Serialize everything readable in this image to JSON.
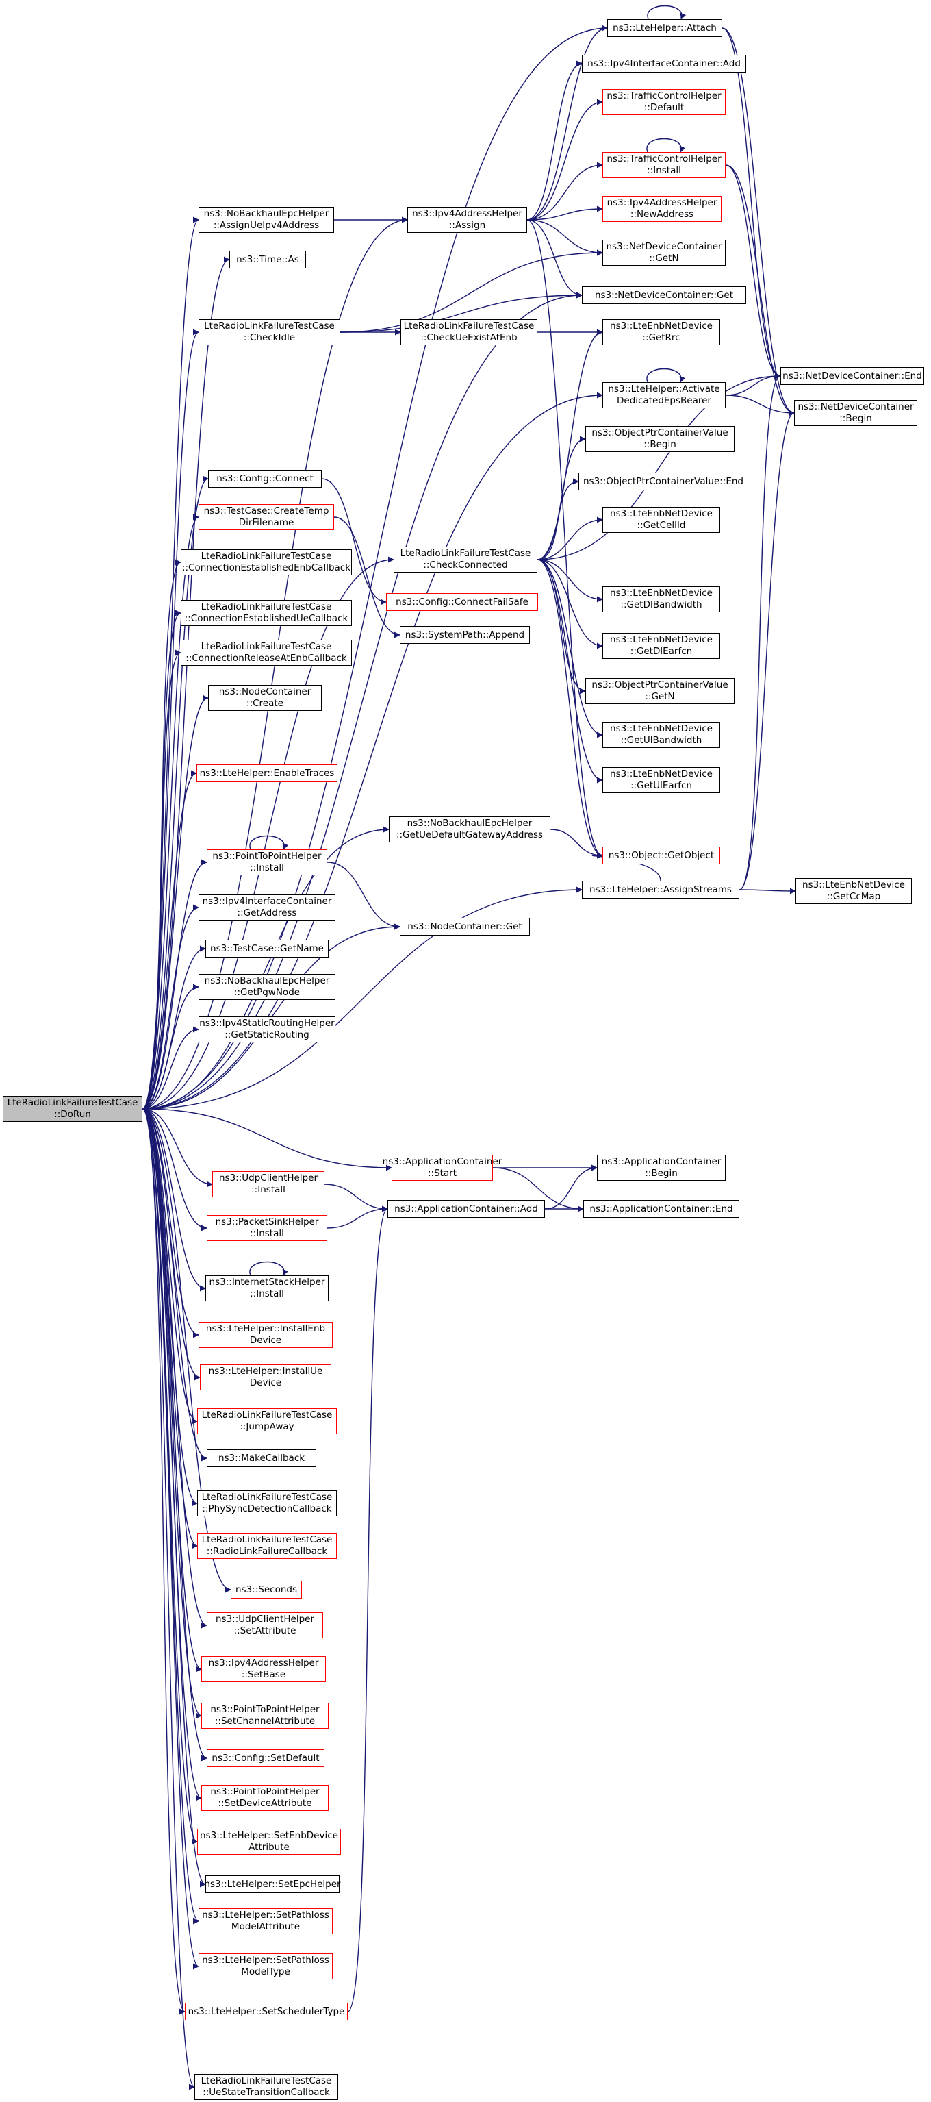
{
  "colors": {
    "edge": "#191970",
    "node_border": "#000000",
    "truncated_border": "#ff0000",
    "root_fill": "#bfbfbf"
  },
  "nodes": {
    "root": {
      "lines": [
        "LteRadioLinkFailureTestCase",
        "::DoRun"
      ],
      "style": "root"
    },
    "attach": {
      "lines": [
        "ns3::LteHelper::Attach"
      ],
      "style": "black"
    },
    "ipv4ic_add": {
      "lines": [
        "ns3::Ipv4InterfaceContainer::Add"
      ],
      "style": "black"
    },
    "tch_def": {
      "lines": [
        "ns3::TrafficControlHelper",
        "::Default"
      ],
      "style": "red"
    },
    "tch_inst": {
      "lines": [
        "ns3::TrafficControlHelper",
        "::Install"
      ],
      "style": "red"
    },
    "nbeh_assign": {
      "lines": [
        "ns3::NoBackhaulEpcHelper",
        "::AssignUeIpv4Address"
      ],
      "style": "black"
    },
    "ipv4ah_assign": {
      "lines": [
        "ns3::Ipv4AddressHelper",
        "::Assign"
      ],
      "style": "black"
    },
    "ipv4ah_new": {
      "lines": [
        "ns3::Ipv4AddressHelper",
        "::NewAddress"
      ],
      "style": "red"
    },
    "time_as": {
      "lines": [
        "ns3::Time::As"
      ],
      "style": "black"
    },
    "ndc_getn": {
      "lines": [
        "ns3::NetDeviceContainer",
        "::GetN"
      ],
      "style": "black"
    },
    "ndc_get": {
      "lines": [
        "ns3::NetDeviceContainer::Get"
      ],
      "style": "black"
    },
    "check_idle": {
      "lines": [
        "LteRadioLinkFailureTestCase",
        "::CheckIdle"
      ],
      "style": "black"
    },
    "check_ue": {
      "lines": [
        "LteRadioLinkFailureTestCase",
        "::CheckUeExistAtEnb"
      ],
      "style": "black"
    },
    "getrrc": {
      "lines": [
        "ns3::LteEnbNetDevice",
        "::GetRrc"
      ],
      "style": "black"
    },
    "ndc_end": {
      "lines": [
        "ns3::NetDeviceContainer::End"
      ],
      "style": "black"
    },
    "activate": {
      "lines": [
        "ns3::LteHelper::Activate",
        "DedicatedEpsBearer"
      ],
      "style": "black"
    },
    "ndc_begin": {
      "lines": [
        "ns3::NetDeviceContainer",
        "::Begin"
      ],
      "style": "black"
    },
    "opcv_begin": {
      "lines": [
        "ns3::ObjectPtrContainerValue",
        "::Begin"
      ],
      "style": "black"
    },
    "cfg_connect": {
      "lines": [
        "ns3::Config::Connect"
      ],
      "style": "black"
    },
    "opcv_end": {
      "lines": [
        "ns3::ObjectPtrContainerValue::End"
      ],
      "style": "black"
    },
    "tc_tmp": {
      "lines": [
        "ns3::TestCase::CreateTemp",
        "DirFilename"
      ],
      "style": "red"
    },
    "getcellid": {
      "lines": [
        "ns3::LteEnbNetDevice",
        "::GetCellId"
      ],
      "style": "black"
    },
    "check_conn": {
      "lines": [
        "LteRadioLinkFailureTestCase",
        "::CheckConnected"
      ],
      "style": "black"
    },
    "conn_est_enb": {
      "lines": [
        "LteRadioLinkFailureTestCase",
        "::ConnectionEstablishedEnbCallback"
      ],
      "style": "black"
    },
    "cfg_cfs": {
      "lines": [
        "ns3::Config::ConnectFailSafe"
      ],
      "style": "red"
    },
    "getdlbw": {
      "lines": [
        "ns3::LteEnbNetDevice",
        "::GetDlBandwidth"
      ],
      "style": "black"
    },
    "conn_est_ue": {
      "lines": [
        "LteRadioLinkFailureTestCase",
        "::ConnectionEstablishedUeCallback"
      ],
      "style": "black"
    },
    "sp_append": {
      "lines": [
        "ns3::SystemPath::Append"
      ],
      "style": "black"
    },
    "getdlearfcn": {
      "lines": [
        "ns3::LteEnbNetDevice",
        "::GetDlEarfcn"
      ],
      "style": "black"
    },
    "conn_rel": {
      "lines": [
        "LteRadioLinkFailureTestCase",
        "::ConnectionReleaseAtEnbCallback"
      ],
      "style": "black"
    },
    "opcv_getn": {
      "lines": [
        "ns3::ObjectPtrContainerValue",
        "::GetN"
      ],
      "style": "black"
    },
    "nc_create": {
      "lines": [
        "ns3::NodeContainer",
        "::Create"
      ],
      "style": "black"
    },
    "getulbw": {
      "lines": [
        "ns3::LteEnbNetDevice",
        "::GetUlBandwidth"
      ],
      "style": "black"
    },
    "enable_tr": {
      "lines": [
        "ns3::LteHelper::EnableTraces"
      ],
      "style": "red"
    },
    "getulearfcn": {
      "lines": [
        "ns3::LteEnbNetDevice",
        "::GetUlEarfcn"
      ],
      "style": "black"
    },
    "nbeh_gw": {
      "lines": [
        "ns3::NoBackhaulEpcHelper",
        "::GetUeDefaultGatewayAddress"
      ],
      "style": "black"
    },
    "p2p_inst": {
      "lines": [
        "ns3::PointToPointHelper",
        "::Install"
      ],
      "style": "red"
    },
    "getobject": {
      "lines": [
        "ns3::Object::GetObject"
      ],
      "style": "red"
    },
    "assign_str": {
      "lines": [
        "ns3::LteHelper::AssignStreams"
      ],
      "style": "black"
    },
    "getccmap": {
      "lines": [
        "ns3::LteEnbNetDevice",
        "::GetCcMap"
      ],
      "style": "black"
    },
    "ipv4ic_ga": {
      "lines": [
        "ns3::Ipv4InterfaceContainer",
        "::GetAddress"
      ],
      "style": "black"
    },
    "nc_get": {
      "lines": [
        "ns3::NodeContainer::Get"
      ],
      "style": "black"
    },
    "tc_name": {
      "lines": [
        "ns3::TestCase::GetName"
      ],
      "style": "black"
    },
    "nbeh_pgw": {
      "lines": [
        "ns3::NoBackhaulEpcHelper",
        "::GetPgwNode"
      ],
      "style": "black"
    },
    "ipv4sr": {
      "lines": [
        "ns3::Ipv4StaticRoutingHelper",
        "::GetStaticRouting"
      ],
      "style": "black"
    },
    "ac_start": {
      "lines": [
        "ns3::ApplicationContainer",
        "::Start"
      ],
      "style": "red"
    },
    "ac_begin": {
      "lines": [
        "ns3::ApplicationContainer",
        "::Begin"
      ],
      "style": "black"
    },
    "udpc_inst": {
      "lines": [
        "ns3::UdpClientHelper",
        "::Install"
      ],
      "style": "red"
    },
    "ac_add": {
      "lines": [
        "ns3::ApplicationContainer::Add"
      ],
      "style": "black"
    },
    "ac_end": {
      "lines": [
        "ns3::ApplicationContainer::End"
      ],
      "style": "black"
    },
    "psh_inst": {
      "lines": [
        "ns3::PacketSinkHelper",
        "::Install"
      ],
      "style": "red"
    },
    "ish_inst": {
      "lines": [
        "ns3::InternetStackHelper",
        "::Install"
      ],
      "style": "black"
    },
    "inst_enb": {
      "lines": [
        "ns3::LteHelper::InstallEnb",
        "Device"
      ],
      "style": "red"
    },
    "inst_ue": {
      "lines": [
        "ns3::LteHelper::InstallUe",
        "Device"
      ],
      "style": "red"
    },
    "jump_away": {
      "lines": [
        "LteRadioLinkFailureTestCase",
        "::JumpAway"
      ],
      "style": "red"
    },
    "make_cb": {
      "lines": [
        "ns3::MakeCallback"
      ],
      "style": "black"
    },
    "phy_sync": {
      "lines": [
        "LteRadioLinkFailureTestCase",
        "::PhySyncDetectionCallback"
      ],
      "style": "black"
    },
    "rlf_cb": {
      "lines": [
        "LteRadioLinkFailureTestCase",
        "::RadioLinkFailureCallback"
      ],
      "style": "red"
    },
    "seconds": {
      "lines": [
        "ns3::Seconds"
      ],
      "style": "red"
    },
    "udpc_set": {
      "lines": [
        "ns3::UdpClientHelper",
        "::SetAttribute"
      ],
      "style": "red"
    },
    "ipv4ah_base": {
      "lines": [
        "ns3::Ipv4AddressHelper",
        "::SetBase"
      ],
      "style": "red"
    },
    "p2p_chan": {
      "lines": [
        "ns3::PointToPointHelper",
        "::SetChannelAttribute"
      ],
      "style": "red"
    },
    "cfg_default": {
      "lines": [
        "ns3::Config::SetDefault"
      ],
      "style": "red"
    },
    "p2p_dev": {
      "lines": [
        "ns3::PointToPointHelper",
        "::SetDeviceAttribute"
      ],
      "style": "red"
    },
    "set_enb": {
      "lines": [
        "ns3::LteHelper::SetEnbDevice",
        "Attribute"
      ],
      "style": "red"
    },
    "set_epc": {
      "lines": [
        "ns3::LteHelper::SetEpcHelper"
      ],
      "style": "black"
    },
    "pl_attr": {
      "lines": [
        "ns3::LteHelper::SetPathloss",
        "ModelAttribute"
      ],
      "style": "red"
    },
    "pl_type": {
      "lines": [
        "ns3::LteHelper::SetPathloss",
        "ModelType"
      ],
      "style": "red"
    },
    "sched": {
      "lines": [
        "ns3::LteHelper::SetSchedulerType"
      ],
      "style": "red"
    },
    "ue_state": {
      "lines": [
        "LteRadioLinkFailureTestCase",
        "::UeStateTransitionCallback"
      ],
      "style": "black"
    }
  }
}
